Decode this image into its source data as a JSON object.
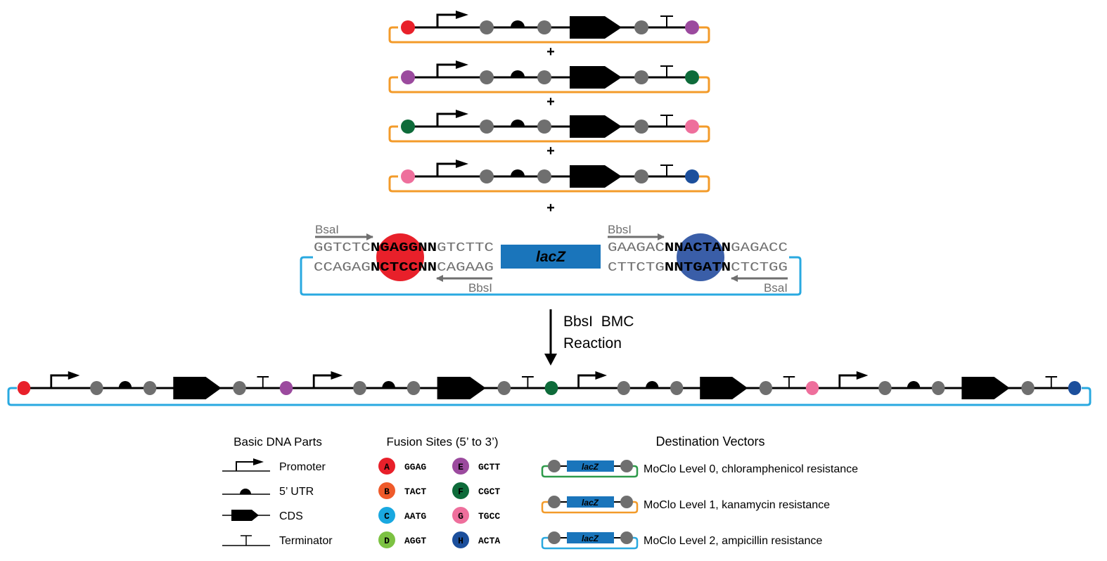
{
  "plus": "+",
  "reaction": {
    "line1": "BbsI  BMC",
    "line2": "Reaction"
  },
  "acceptor": {
    "left_top_enzyme": "BsaI",
    "left_bottom_enzyme": "BbsI",
    "right_top_enzyme": "BbsI",
    "right_bottom_enzyme": "BsaI",
    "left_top": {
      "a": "GGTCTC",
      "b": "NGAGGNN",
      "c": "GTCTTC"
    },
    "left_bottom": {
      "a": "CCAGAG",
      "b": "NCTCCNN",
      "c": "CAGAAG"
    },
    "right_top": {
      "a": "GAAGAC",
      "b": "NNACTAN",
      "c": "GAGACC"
    },
    "right_bottom": {
      "a": "CTTCTG",
      "b": "NNTGATN",
      "c": "CTCTGG"
    },
    "gene": "lacZ"
  },
  "legend": {
    "parts_title": "Basic DNA Parts",
    "parts": [
      "Promoter",
      "5’ UTR",
      "CDS",
      "Terminator"
    ],
    "fusion_title": "Fusion Sites (5’ to 3’)",
    "fusion_sites": [
      {
        "letter": "A",
        "seq": "GGAG",
        "color": "#e8202a"
      },
      {
        "letter": "B",
        "seq": "TACT",
        "color": "#ef5a2a"
      },
      {
        "letter": "C",
        "seq": "AATG",
        "color": "#19a8e0"
      },
      {
        "letter": "D",
        "seq": "AGGT",
        "color": "#7cc242"
      },
      {
        "letter": "E",
        "seq": "GCTT",
        "color": "#9b4a9e"
      },
      {
        "letter": "F",
        "seq": "CGCT",
        "color": "#0e6b3a"
      },
      {
        "letter": "G",
        "seq": "TGCC",
        "color": "#ee6f9c"
      },
      {
        "letter": "H",
        "seq": "ACTA",
        "color": "#1c4f9c"
      }
    ],
    "vectors_title": "Destination Vectors",
    "vectors": [
      {
        "gene": "lacZ",
        "label": "MoClo Level 0, chloramphenicol resistance",
        "color": "#2e9a4a"
      },
      {
        "gene": "lacZ",
        "label": "MoClo Level 1, kanamycin resistance",
        "color": "#f39b2a"
      },
      {
        "gene": "lacZ",
        "label": "MoClo Level 2, ampicillin resistance",
        "color": "#29a9e0"
      }
    ]
  },
  "colors": {
    "red": "#e8202a",
    "purple": "#9b4a9e",
    "green": "#0e6b3a",
    "pink": "#ee6f9c",
    "blue": "#1c4f9c",
    "gray": "#6f6f6f",
    "orange": "#f39b2a",
    "cyan": "#29a9e0",
    "lacz": "#1a75bb"
  }
}
